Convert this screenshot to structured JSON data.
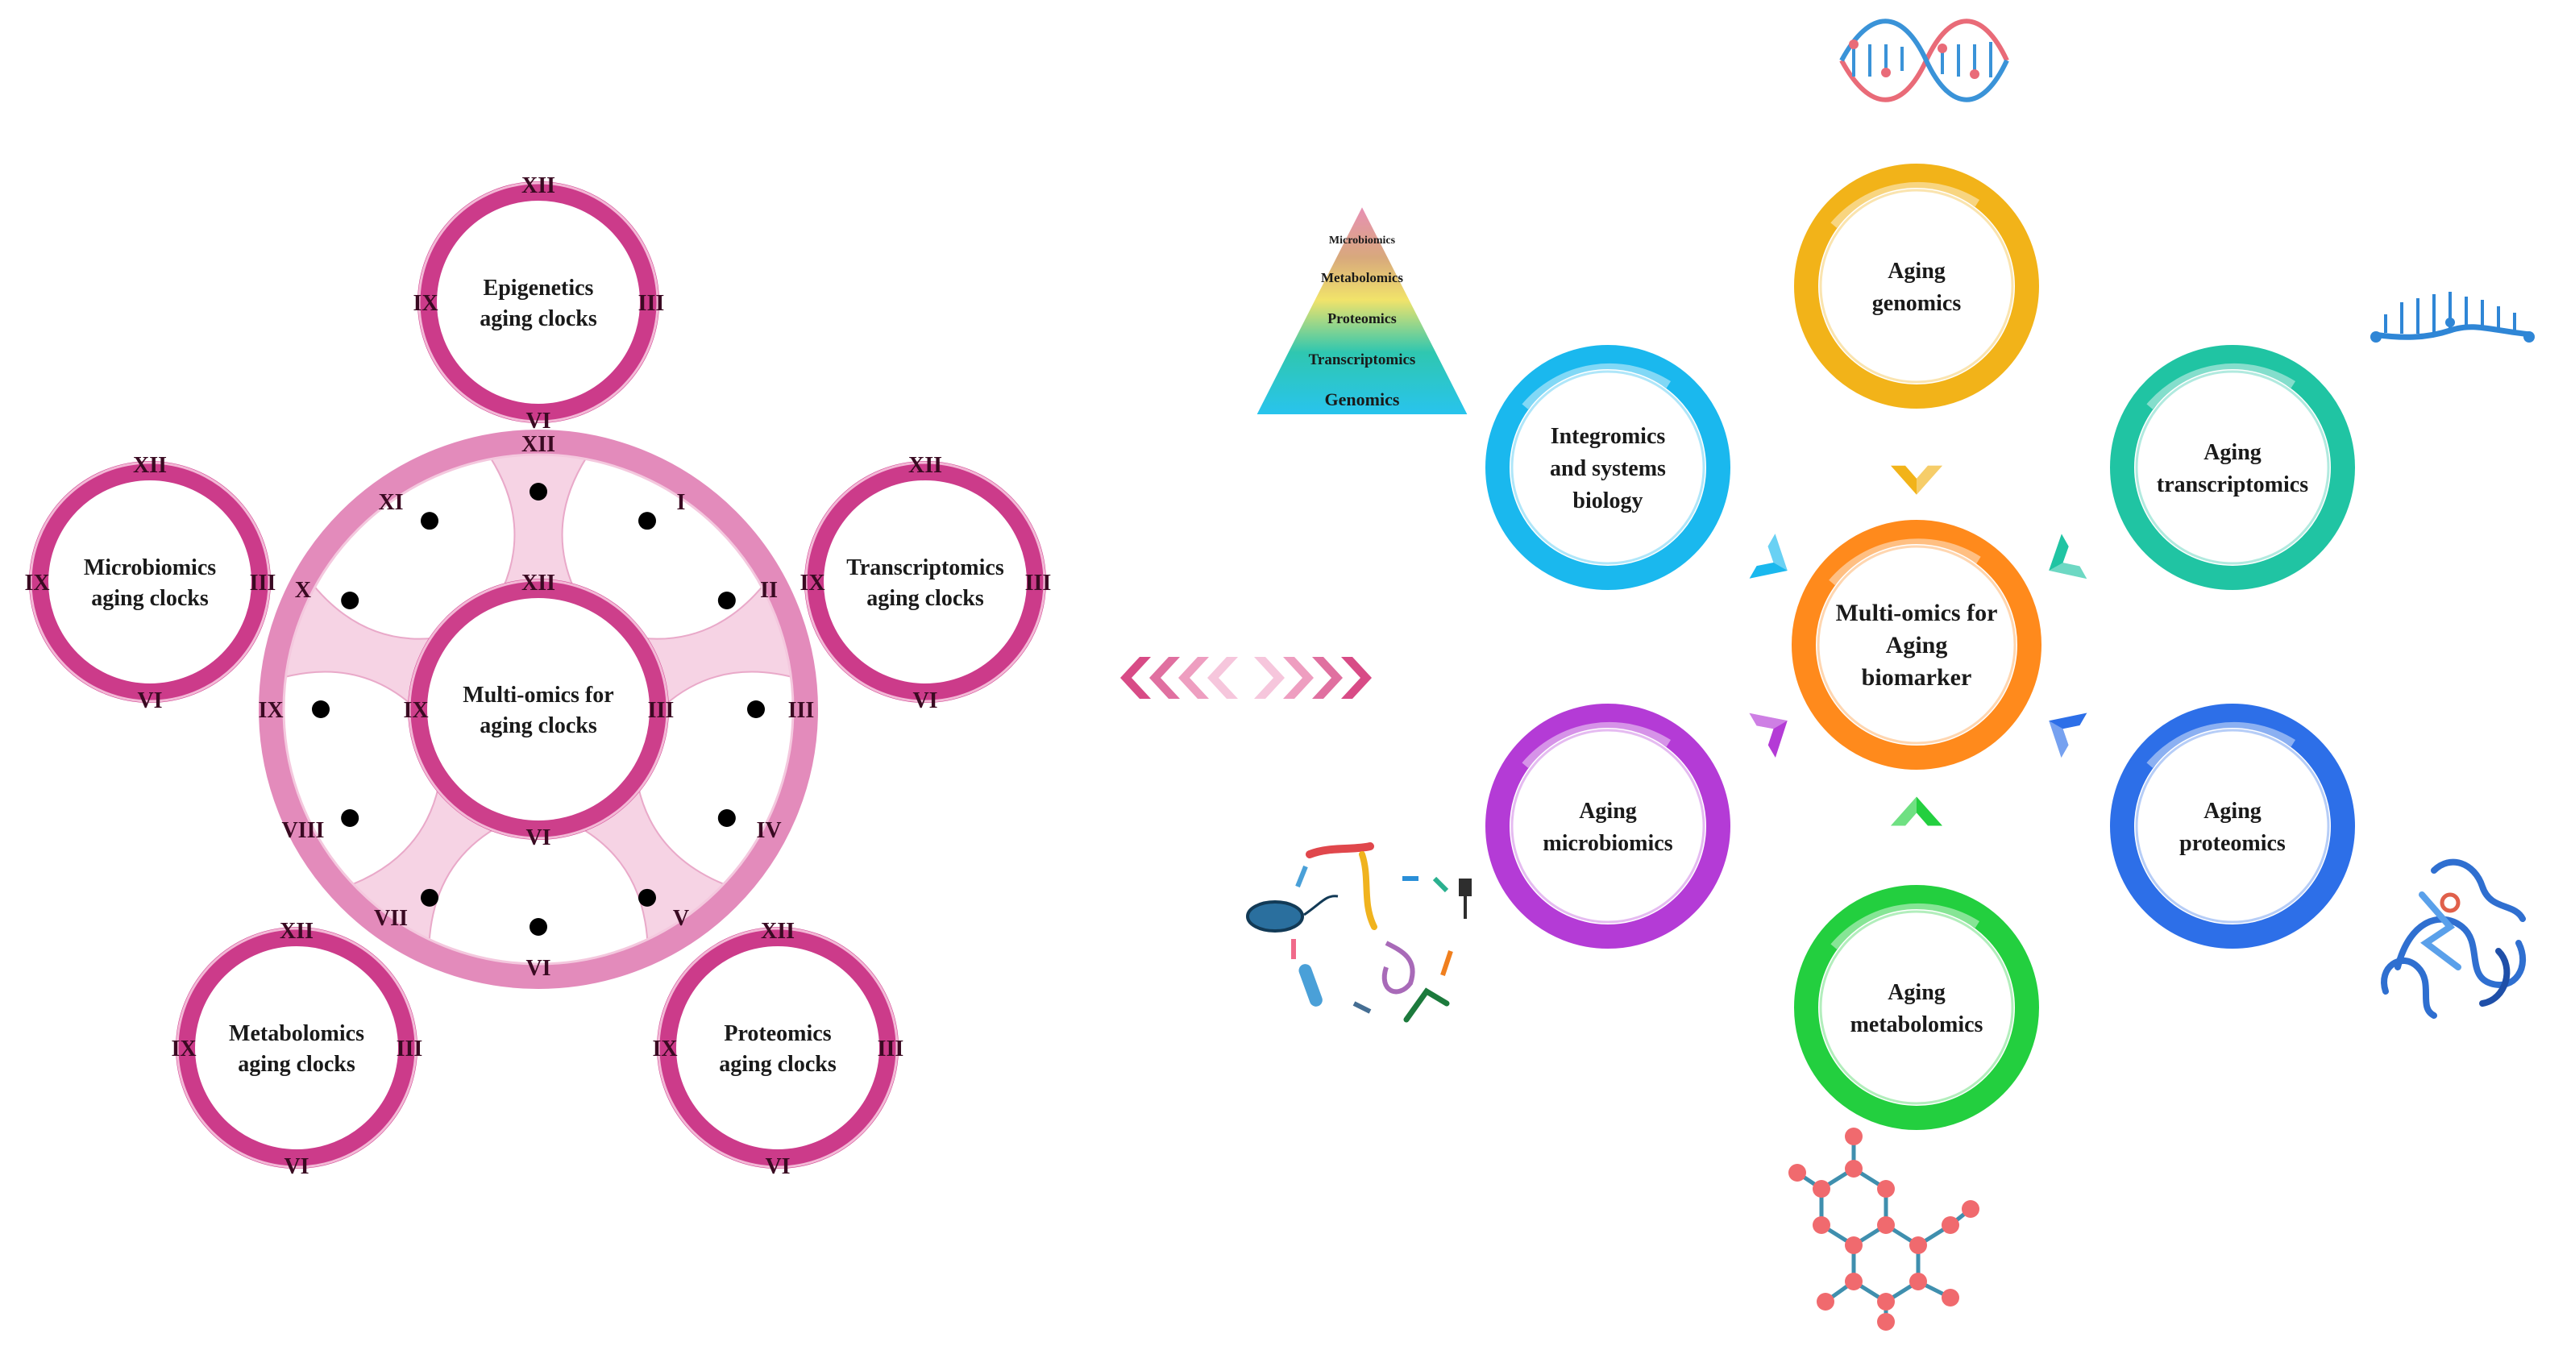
{
  "left_panel": {
    "center": {
      "lines": [
        "Multi-omics for",
        "aging clocks"
      ]
    },
    "satellites": [
      {
        "id": "epigenetics",
        "lines": [
          "Epigenetics",
          "aging clocks"
        ]
      },
      {
        "id": "transcriptomics",
        "lines": [
          "Transcriptomics",
          "aging clocks"
        ]
      },
      {
        "id": "proteomics",
        "lines": [
          "Proteomics",
          "aging clocks"
        ]
      },
      {
        "id": "metabolomics",
        "lines": [
          "Metabolomics",
          "aging clocks"
        ]
      },
      {
        "id": "microbiomics",
        "lines": [
          "Microbiomics",
          "aging clocks"
        ]
      }
    ],
    "clock_numerals": [
      "XII",
      "I",
      "II",
      "III",
      "IV",
      "V",
      "VI",
      "VII",
      "VIII",
      "IX",
      "X",
      "XI"
    ],
    "small_clock_numerals": [
      "XII",
      "III",
      "VI",
      "IX"
    ],
    "colors": {
      "ring": "#e18ab8",
      "satellite_ring": "#cc3b8a",
      "dot": "#000000"
    }
  },
  "right_panel": {
    "hub": {
      "lines": [
        "Multi-omics for",
        "Aging",
        "biomarker"
      ],
      "color": "#ff8a1c"
    },
    "nodes": [
      {
        "id": "genomics",
        "lines": [
          "Aging",
          "genomics"
        ],
        "color": "#f2b319"
      },
      {
        "id": "transcriptomics",
        "lines": [
          "Aging",
          "transcriptomics"
        ],
        "color": "#20c4a3"
      },
      {
        "id": "proteomics",
        "lines": [
          "Aging",
          "proteomics"
        ],
        "color": "#2d6fe8"
      },
      {
        "id": "metabolomics",
        "lines": [
          "Aging",
          "metabolomics"
        ],
        "color": "#23cf3f"
      },
      {
        "id": "microbiomics",
        "lines": [
          "Aging",
          "microbiomics"
        ],
        "color": "#b43bd6"
      },
      {
        "id": "integromics",
        "lines": [
          "Integromics",
          "and systems",
          "biology"
        ],
        "color": "#1ab8ee"
      }
    ],
    "pyramid": [
      "Microbiomics",
      "Metabolomics",
      "Proteomics",
      "Transcriptomics",
      "Genomics"
    ],
    "icons": [
      "dna-double-helix-icon",
      "rna-strand-icon",
      "protein-structure-icon",
      "metabolite-network-icon",
      "microbes-icon"
    ]
  }
}
